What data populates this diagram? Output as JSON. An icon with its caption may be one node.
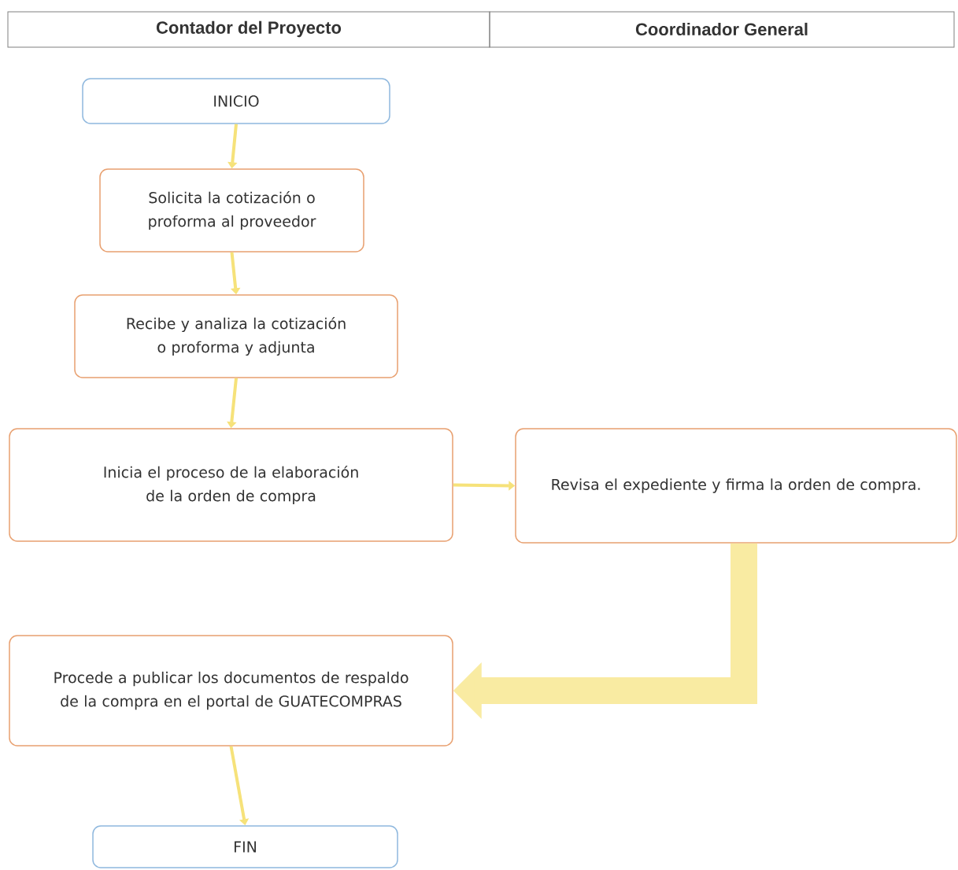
{
  "diagram": {
    "nodes": [
      {
        "text": [
          "INICIO"
        ]
      },
      {
        "text": [
          "Solicita la cotización o proforma al proveedor"
        ]
      },
      {
        "text": [
          "Recibe y analiza la cotización o proforma y adjunta"
        ]
      },
      {
        "text": [
          "Inicia el proceso de la elaboración de la orden de compra"
        ]
      },
      {
        "text": [
          "Revisa el expediente y firma la orden de compra."
        ]
      },
      {
        "text": [
          "Procede a publicar los documentos de respaldo de la compra en el portal de GUATECOMPRAS"
        ]
      },
      {
        "text": [
          "FIN"
        ]
      }
    ],
    "edges": [
      {
        "from": 0,
        "to": 1,
        "arrow": "to"
      },
      {
        "from": 1,
        "to": 2,
        "arrow": "to"
      },
      {
        "from": 2,
        "to": 3,
        "arrow": "to"
      },
      {
        "from": 3,
        "to": 4,
        "arrow": "to"
      },
      {
        "from": 4,
        "to": 5,
        "arrow": "to",
        "style": "thick"
      },
      {
        "from": 5,
        "to": 6,
        "arrow": "to"
      }
    ],
    "labels": [
      "Contador del Proyecto",
      "Coordinador General"
    ]
  }
}
